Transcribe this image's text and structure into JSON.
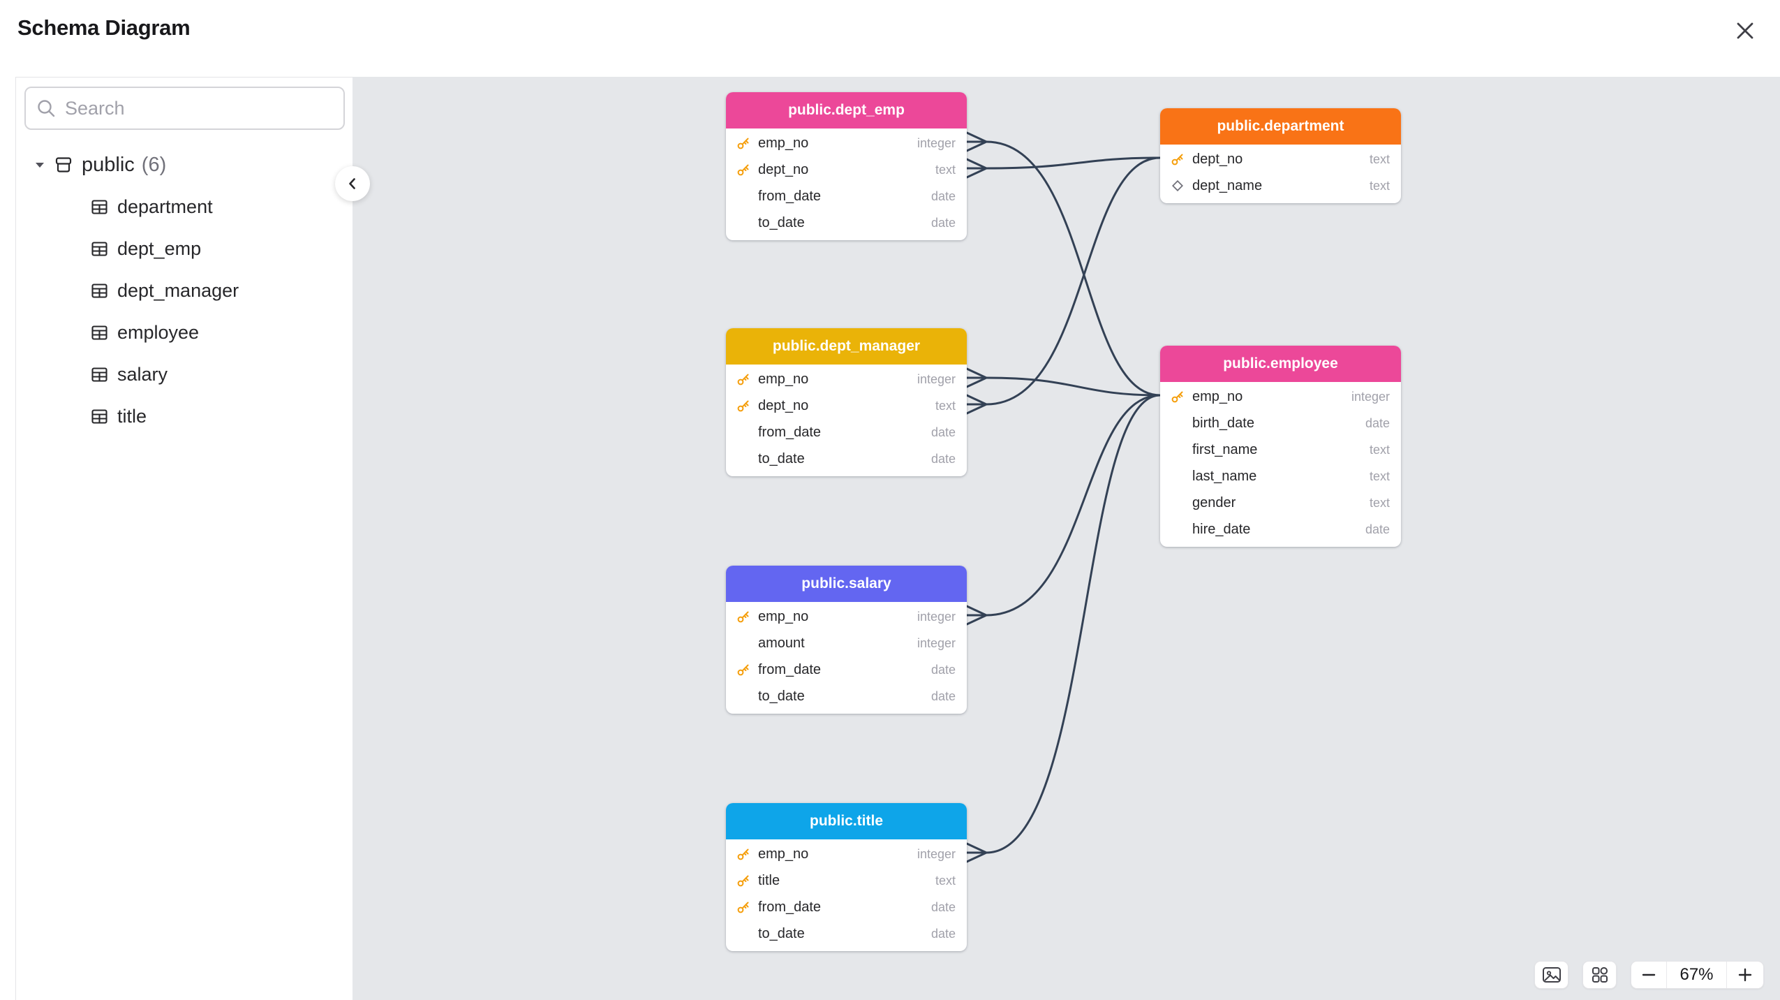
{
  "header": {
    "title": "Schema Diagram"
  },
  "sidebar": {
    "search": {
      "placeholder": "Search",
      "value": ""
    },
    "tree": {
      "schema": {
        "label": "public",
        "count": "(6)"
      },
      "tables": [
        "department",
        "dept_emp",
        "dept_manager",
        "employee",
        "salary",
        "title"
      ]
    }
  },
  "canvas": {
    "background": "#e5e7ea",
    "edge_color": "#334155",
    "nodes": [
      {
        "id": "dept_emp",
        "title": "public.dept_emp",
        "color": "#ec4899",
        "columns": [
          {
            "name": "emp_no",
            "type": "integer",
            "key": "primary"
          },
          {
            "name": "dept_no",
            "type": "text",
            "key": "primary"
          },
          {
            "name": "from_date",
            "type": "date",
            "key": "none"
          },
          {
            "name": "to_date",
            "type": "date",
            "key": "none"
          }
        ]
      },
      {
        "id": "department",
        "title": "public.department",
        "color": "#f97316",
        "columns": [
          {
            "name": "dept_no",
            "type": "text",
            "key": "primary"
          },
          {
            "name": "dept_name",
            "type": "text",
            "key": "unique"
          }
        ]
      },
      {
        "id": "dept_manager",
        "title": "public.dept_manager",
        "color": "#eab308",
        "columns": [
          {
            "name": "emp_no",
            "type": "integer",
            "key": "primary"
          },
          {
            "name": "dept_no",
            "type": "text",
            "key": "primary"
          },
          {
            "name": "from_date",
            "type": "date",
            "key": "none"
          },
          {
            "name": "to_date",
            "type": "date",
            "key": "none"
          }
        ]
      },
      {
        "id": "employee",
        "title": "public.employee",
        "color": "#ec4899",
        "columns": [
          {
            "name": "emp_no",
            "type": "integer",
            "key": "primary"
          },
          {
            "name": "birth_date",
            "type": "date",
            "key": "none"
          },
          {
            "name": "first_name",
            "type": "text",
            "key": "none"
          },
          {
            "name": "last_name",
            "type": "text",
            "key": "none"
          },
          {
            "name": "gender",
            "type": "text",
            "key": "none"
          },
          {
            "name": "hire_date",
            "type": "date",
            "key": "none"
          }
        ]
      },
      {
        "id": "salary",
        "title": "public.salary",
        "color": "#6366f1",
        "columns": [
          {
            "name": "emp_no",
            "type": "integer",
            "key": "primary"
          },
          {
            "name": "amount",
            "type": "integer",
            "key": "none"
          },
          {
            "name": "from_date",
            "type": "date",
            "key": "primary"
          },
          {
            "name": "to_date",
            "type": "date",
            "key": "none"
          }
        ]
      },
      {
        "id": "title",
        "title": "public.title",
        "color": "#0ea5e9",
        "columns": [
          {
            "name": "emp_no",
            "type": "integer",
            "key": "primary"
          },
          {
            "name": "title",
            "type": "text",
            "key": "primary"
          },
          {
            "name": "from_date",
            "type": "date",
            "key": "primary"
          },
          {
            "name": "to_date",
            "type": "date",
            "key": "none"
          }
        ]
      }
    ],
    "edges": [
      {
        "from": "dept_emp.emp_no",
        "to": "employee.emp_no",
        "source_marker": "crow-foot-many"
      },
      {
        "from": "dept_emp.dept_no",
        "to": "department.dept_no",
        "source_marker": "crow-foot-many"
      },
      {
        "from": "dept_manager.emp_no",
        "to": "employee.emp_no",
        "source_marker": "crow-foot-many"
      },
      {
        "from": "dept_manager.dept_no",
        "to": "department.dept_no",
        "source_marker": "crow-foot-many"
      },
      {
        "from": "salary.emp_no",
        "to": "employee.emp_no",
        "source_marker": "crow-foot-many"
      },
      {
        "from": "title.emp_no",
        "to": "employee.emp_no",
        "source_marker": "crow-foot-many"
      }
    ]
  },
  "controls": {
    "zoom": {
      "level": "67%"
    },
    "icons": {
      "download_image": "image-icon",
      "auto_layout": "grid-icon",
      "zoom_out": "minus-icon",
      "zoom_in": "plus-icon",
      "close": "x-icon",
      "collapse_sidebar": "chevron-left-icon",
      "search": "search-icon",
      "schema": "schema-box-icon",
      "table": "table-icon",
      "primary_key": "key-icon",
      "unique": "diamond-icon"
    }
  }
}
